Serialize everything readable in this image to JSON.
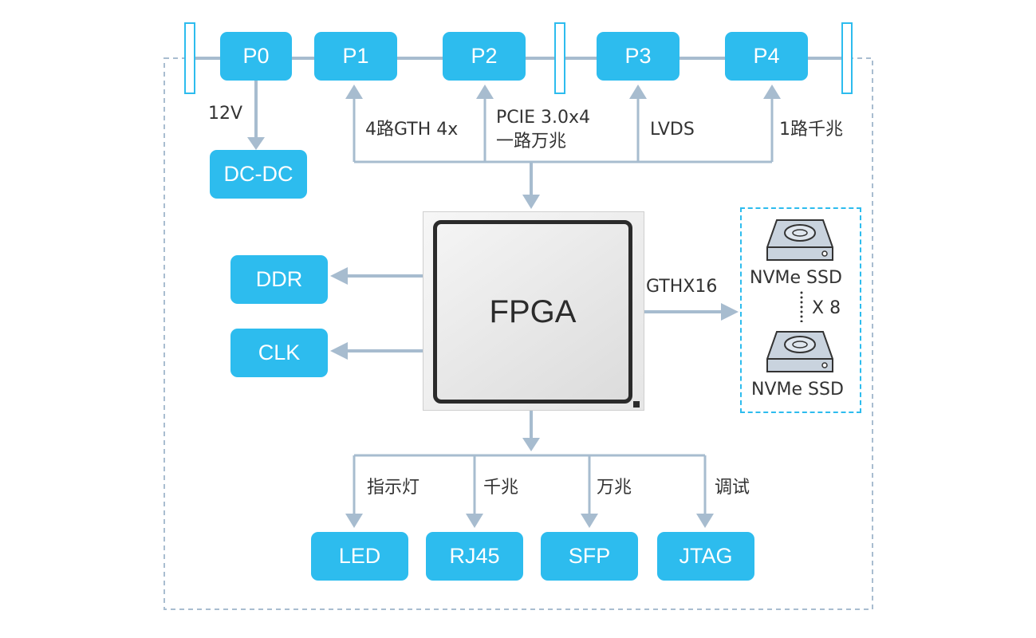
{
  "connectors": [
    {
      "id": "p0",
      "label": "P0"
    },
    {
      "id": "p1",
      "label": "P1"
    },
    {
      "id": "p2",
      "label": "P2"
    },
    {
      "id": "p3",
      "label": "P3"
    },
    {
      "id": "p4",
      "label": "P4"
    }
  ],
  "power": {
    "voltage_label": "12V",
    "converter_label": "DC-DC"
  },
  "bus_labels": {
    "p1": "4路GTH 4x",
    "p2_line1": "PCIE 3.0x4",
    "p2_line2": "一路万兆",
    "p3": "LVDS",
    "p4": "1路千兆"
  },
  "fpga": {
    "label": "FPGA"
  },
  "left_blocks": {
    "ddr": "DDR",
    "clk": "CLK"
  },
  "ssd": {
    "link_label": "GTHX16",
    "drive_label": "NVMe  SSD",
    "count_label": "X 8"
  },
  "bottom": {
    "labels": [
      "指示灯",
      "千兆",
      "万兆",
      "调试"
    ],
    "blocks": [
      "LED",
      "RJ45",
      "SFP",
      "JTAG"
    ]
  },
  "colors": {
    "accent": "#2dbcee",
    "wire": "#a7bccf",
    "border_dashed": "#a9bdd0",
    "text": "#333333"
  }
}
